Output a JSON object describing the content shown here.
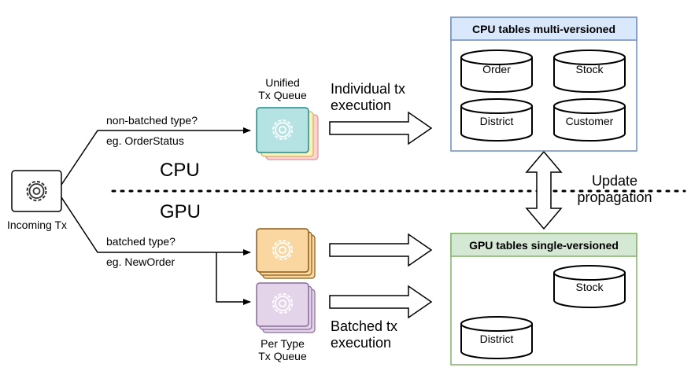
{
  "incoming": {
    "label": "Incoming Tx",
    "icon": "gear-icon"
  },
  "split": {
    "cpu": "CPU",
    "gpu": "GPU"
  },
  "cpu_path": {
    "condition": "non-batched type?",
    "example": "eg. OrderStatus",
    "queue_label": "Unified\nTx Queue",
    "execution": "Individual tx\nexecution",
    "colors": {
      "front": "#b5e3e3",
      "mid": "#fff0b5",
      "back": "#ffd1d1"
    }
  },
  "gpu_path": {
    "condition": "batched type?",
    "example": "eg. NewOrder",
    "queue_label": "Per Type\nTx Queue",
    "execution": "Batched tx\nexecution",
    "colors": {
      "orange": "#fad7a1",
      "purple": "#e3d4ea"
    }
  },
  "cpu_tables": {
    "title": "CPU tables multi-versioned",
    "tables": [
      "Order",
      "Stock",
      "District",
      "Customer"
    ],
    "colors": {
      "fill": "#dae8fc",
      "border": "#6c8ebf"
    }
  },
  "gpu_tables": {
    "title": "GPU tables single-versioned",
    "tables": [
      "Stock",
      "District"
    ],
    "colors": {
      "fill": "#d5e8d4",
      "border": "#82b366"
    }
  },
  "propagation": {
    "label": "Update\npropagation"
  }
}
